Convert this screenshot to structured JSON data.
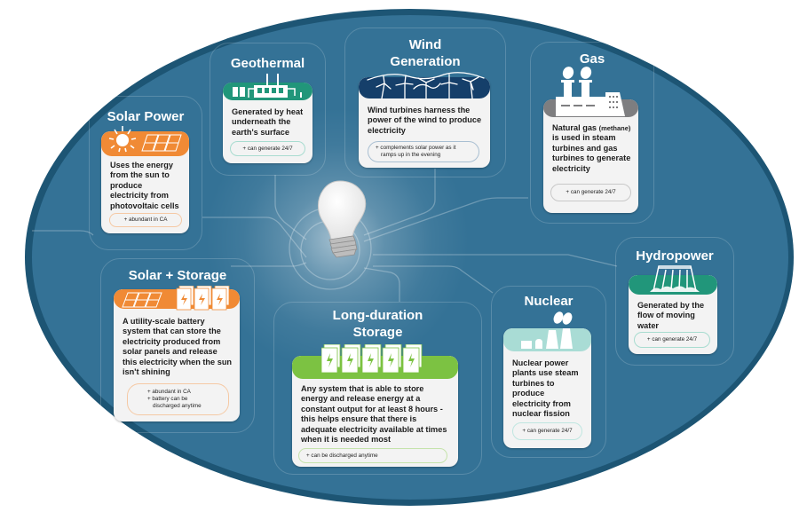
{
  "title": "California electricity sources",
  "colors": {
    "background": "#347296",
    "ring": "#1d5574",
    "solar": "#f08a35",
    "geothermal": "#21967a",
    "wind": "#153f6a",
    "gas": "#7e7e80",
    "hydro": "#21967a",
    "nuclear": "#a9dcd5",
    "storage": "#7cc242",
    "card": "#f3f3f3"
  },
  "center": {
    "icon": "lightbulb-icon"
  },
  "sources": {
    "solar": {
      "title": "Solar Power",
      "icon": "sun-and-solar-panels-icon",
      "description": "Uses the energy from the sun to produce electricity from photovoltaic cells",
      "benefits": [
        "+ abundant in CA"
      ]
    },
    "geothermal": {
      "title": "Geothermal",
      "icon": "geothermal-plant-icon",
      "description": "Generated by heat underneath the earth's surface",
      "benefits": [
        "+ can generate 24/7"
      ]
    },
    "wind": {
      "title_line1": "Wind",
      "title_line2": "Generation",
      "icon": "wind-turbines-icon",
      "description": "Wind turbines harness the power of the wind to produce electricity",
      "benefits": [
        "+ complements solar power as it",
        "ramps up in the evening"
      ]
    },
    "gas": {
      "title": "Gas",
      "icon": "gas-power-plant-icon",
      "description_pre": "Natural gas ",
      "description_small": "(methane)",
      "description_post": " is used in steam turbines and gas turbines to generate electricity",
      "benefits": [
        "+ can generate 24/7"
      ]
    },
    "hydro": {
      "title": "Hydropower",
      "icon": "dam-icon",
      "description": "Generated by the flow of moving water",
      "benefits": [
        "+ can generate 24/7"
      ]
    },
    "nuclear": {
      "title": "Nuclear",
      "icon": "nuclear-plant-icon",
      "description": "Nuclear power plants use steam turbines to produce electricity from nuclear fission",
      "benefits": [
        "+ can generate 24/7"
      ]
    },
    "long_storage": {
      "title_line1": "Long-duration",
      "title_line2": "Storage",
      "icon": "batteries-icon",
      "description": "Any system that is able to store energy and release energy at a constant output for at least 8 hours - this helps ensure that there is adequate electricity available at times when it is needed most",
      "benefits": [
        "+ can be discharged anytime"
      ]
    },
    "solar_storage": {
      "title": "Solar + Storage",
      "icon": "solar-panels-and-batteries-icon",
      "description": "A utility-scale battery system that can store the electricity produced from solar panels and release this electricity when the sun isn't shining",
      "benefits": [
        "+ abundant in CA",
        "+ battery can be",
        "discharged anytime"
      ]
    }
  }
}
